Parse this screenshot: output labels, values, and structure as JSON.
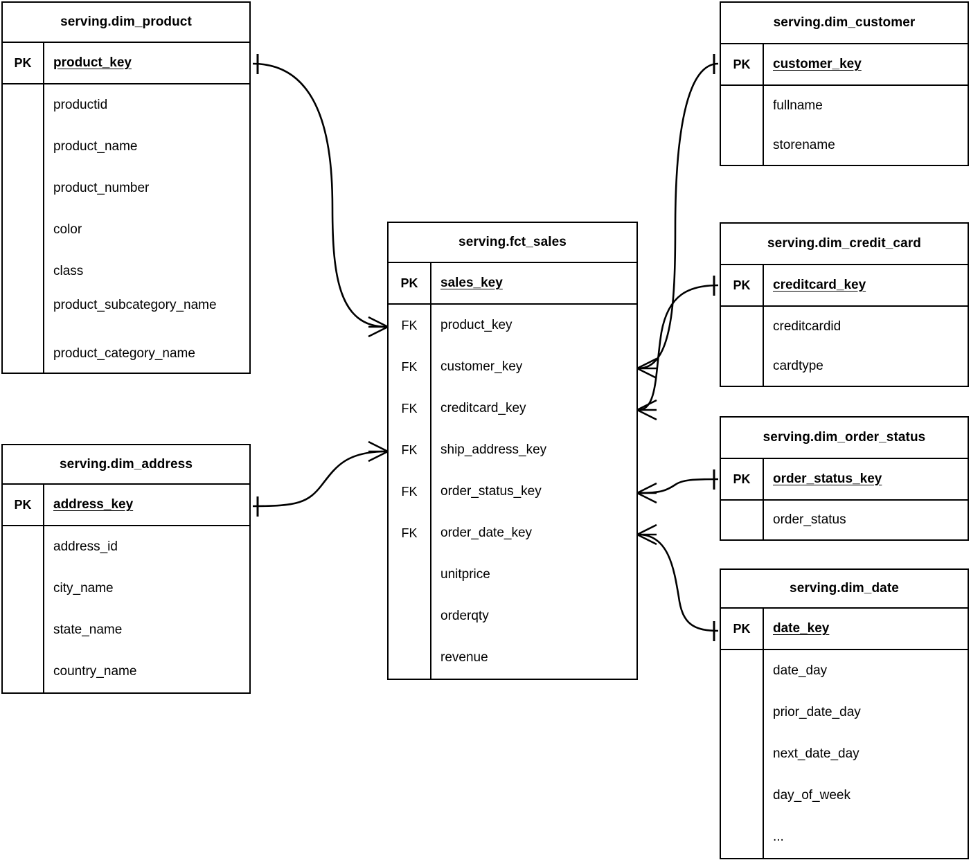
{
  "diagram": {
    "title": "Star schema entity relationship diagram",
    "line_color": "#000000",
    "text_color": "#000000",
    "background": "#ffffff",
    "pk_marker": "PK",
    "fk_marker": "FK"
  },
  "entities": [
    {
      "id": "dim_product",
      "name": "serving.dim_product",
      "pk": {
        "marker": "PK",
        "name": "product_key"
      },
      "attributes": [
        "productid",
        "product_name",
        "product_number",
        "color",
        "class",
        "product_subcategory_name",
        "product_category_name"
      ]
    },
    {
      "id": "dim_address",
      "name": "serving.dim_address",
      "pk": {
        "marker": "PK",
        "name": "address_key"
      },
      "attributes": [
        "address_id",
        "city_name",
        "state_name",
        "country_name"
      ]
    },
    {
      "id": "fct_sales",
      "name": "serving.fct_sales",
      "pk": {
        "marker": "PK",
        "name": "sales_key"
      },
      "columns": [
        {
          "marker": "FK",
          "name": "product_key"
        },
        {
          "marker": "FK",
          "name": "customer_key"
        },
        {
          "marker": "FK",
          "name": "creditcard_key"
        },
        {
          "marker": "FK",
          "name": "ship_address_key"
        },
        {
          "marker": "FK",
          "name": "order_status_key"
        },
        {
          "marker": "FK",
          "name": "order_date_key"
        },
        {
          "marker": "",
          "name": "unitprice"
        },
        {
          "marker": "",
          "name": "orderqty"
        },
        {
          "marker": "",
          "name": "revenue"
        }
      ]
    },
    {
      "id": "dim_customer",
      "name": "serving.dim_customer",
      "pk": {
        "marker": "PK",
        "name": "customer_key"
      },
      "attributes": [
        "fullname",
        "storename"
      ]
    },
    {
      "id": "dim_credit_card",
      "name": "serving.dim_credit_card",
      "pk": {
        "marker": "PK",
        "name": "creditcard_key"
      },
      "attributes": [
        "creditcardid",
        "cardtype"
      ]
    },
    {
      "id": "dim_order_status",
      "name": "serving.dim_order_status",
      "pk": {
        "marker": "PK",
        "name": "order_status_key"
      },
      "attributes": [
        "order_status"
      ]
    },
    {
      "id": "dim_date",
      "name": "serving.dim_date",
      "pk": {
        "marker": "PK",
        "name": "date_key"
      },
      "attributes": [
        "date_day",
        "prior_date_day",
        "next_date_day",
        "day_of_week",
        "..."
      ]
    }
  ],
  "relationships": [
    {
      "id": "rel-product",
      "from": "dim_product",
      "from_key": "product_key",
      "to": "fct_sales",
      "to_key": "product_key",
      "from_cardinality": "one",
      "to_cardinality": "many"
    },
    {
      "id": "rel-address",
      "from": "dim_address",
      "from_key": "address_key",
      "to": "fct_sales",
      "to_key": "ship_address_key",
      "from_cardinality": "one",
      "to_cardinality": "many"
    },
    {
      "id": "rel-customer",
      "from": "dim_customer",
      "from_key": "customer_key",
      "to": "fct_sales",
      "to_key": "customer_key",
      "from_cardinality": "one",
      "to_cardinality": "many"
    },
    {
      "id": "rel-creditcard",
      "from": "dim_credit_card",
      "from_key": "creditcard_key",
      "to": "fct_sales",
      "to_key": "creditcard_key",
      "from_cardinality": "one",
      "to_cardinality": "many"
    },
    {
      "id": "rel-orderstatus",
      "from": "dim_order_status",
      "from_key": "order_status_key",
      "to": "fct_sales",
      "to_key": "order_status_key",
      "from_cardinality": "one",
      "to_cardinality": "many"
    },
    {
      "id": "rel-date",
      "from": "dim_date",
      "from_key": "date_key",
      "to": "fct_sales",
      "to_key": "order_date_key",
      "from_cardinality": "one",
      "to_cardinality": "many"
    }
  ]
}
